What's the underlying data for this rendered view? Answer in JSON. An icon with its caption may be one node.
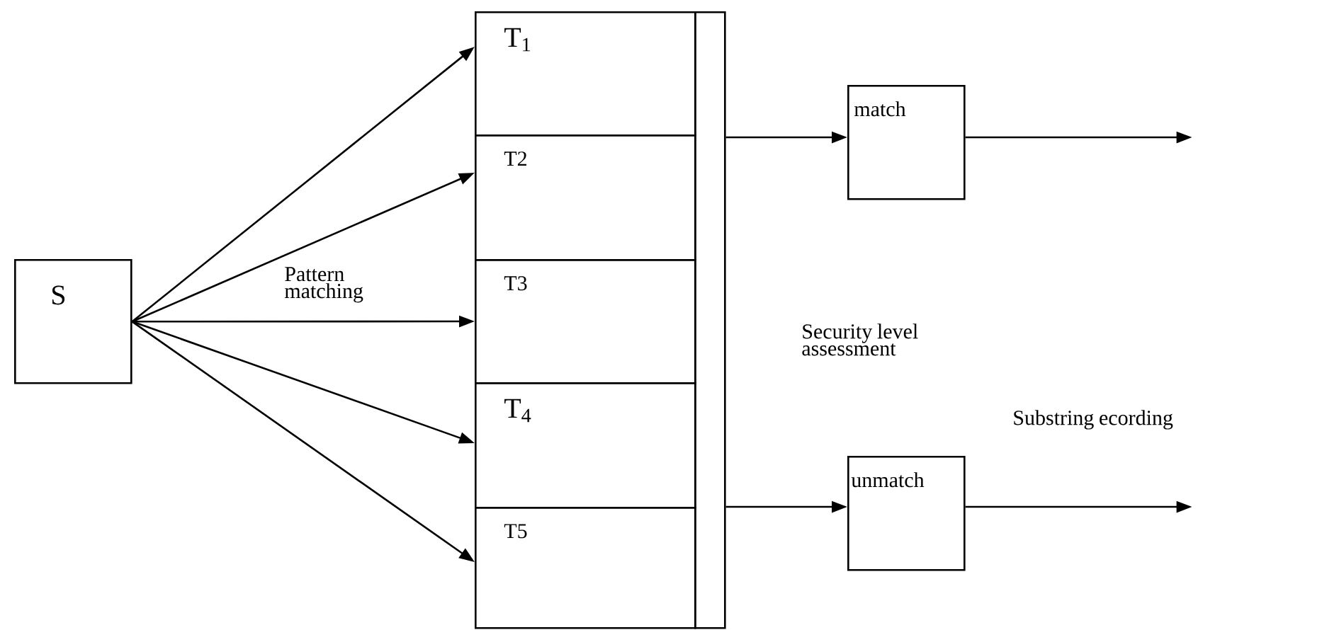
{
  "diagram": {
    "nodes": [
      {
        "text": [
          "S"
        ]
      },
      {
        "text": [
          "T$_{1}$"
        ]
      },
      {
        "text": [
          "T2"
        ]
      },
      {
        "text": [
          "T3"
        ]
      },
      {
        "text": [
          "T$_{4}$"
        ]
      },
      {
        "text": [
          "T5"
        ]
      },
      {
        "text": [],
        "shape": "bar"
      },
      {
        "text": [
          "match"
        ]
      },
      {
        "text": [
          "unmatch"
        ]
      }
    ],
    "edges": [
      {
        "from": 0,
        "to": 1,
        "arrow": "to"
      },
      {
        "from": 0,
        "to": 2,
        "arrow": "to"
      },
      {
        "from": 0,
        "to": 3,
        "arrow": "to"
      },
      {
        "from": 0,
        "to": 4,
        "arrow": "to"
      },
      {
        "from": 0,
        "to": 5,
        "arrow": "to"
      },
      {
        "from": 6,
        "to": 7,
        "arrow": "to"
      },
      {
        "from": 6,
        "to": 8,
        "arrow": "to"
      },
      {
        "from": 7,
        "to": null,
        "arrow": "to"
      },
      {
        "from": 8,
        "to": null,
        "arrow": "to"
      }
    ],
    "labels": [
      "Pattern matching",
      "Security level assessment",
      "Substring ecording"
    ]
  }
}
